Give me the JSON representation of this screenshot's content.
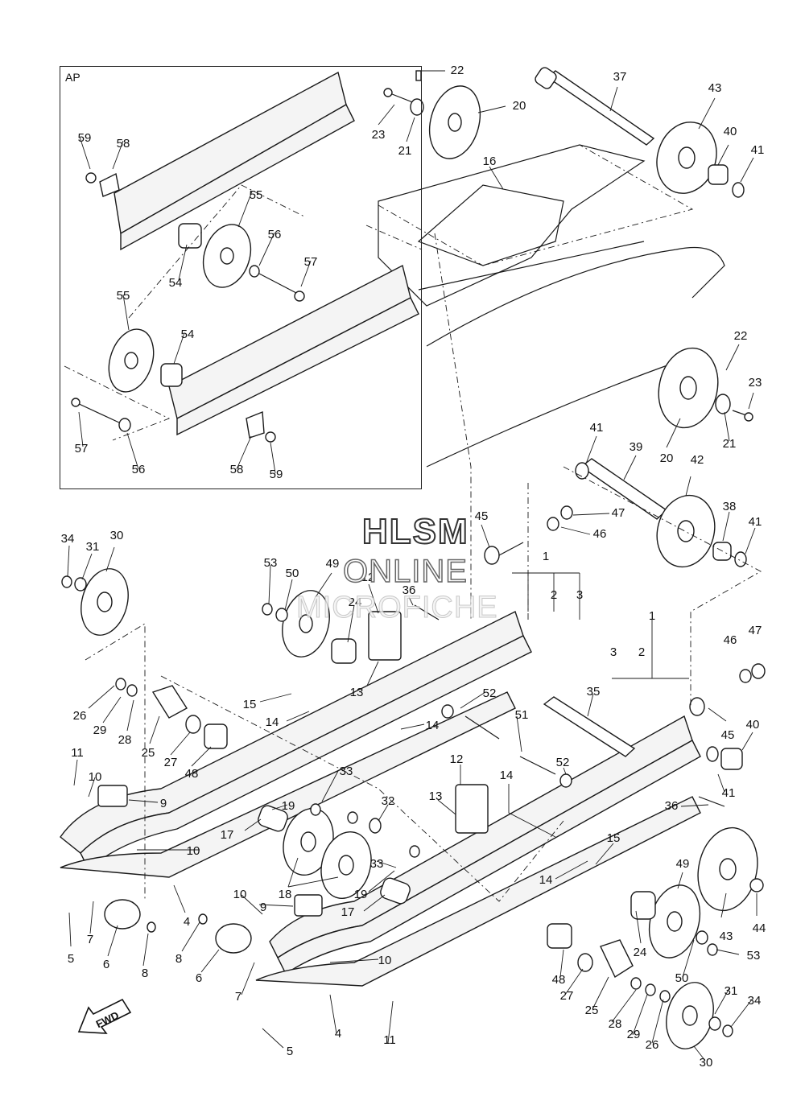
{
  "inset": {
    "label": "AP"
  },
  "watermark": {
    "line1": "HLSM",
    "line2": "ONLINE",
    "line3": "MICROFICHE"
  },
  "direction": {
    "label": "FWD"
  },
  "callouts": [
    {
      "n": "22"
    },
    {
      "n": "23"
    },
    {
      "n": "21"
    },
    {
      "n": "20"
    },
    {
      "n": "37"
    },
    {
      "n": "43"
    },
    {
      "n": "40"
    },
    {
      "n": "41"
    },
    {
      "n": "16"
    },
    {
      "n": "59"
    },
    {
      "n": "58"
    },
    {
      "n": "55"
    },
    {
      "n": "56"
    },
    {
      "n": "54"
    },
    {
      "n": "57"
    },
    {
      "n": "55"
    },
    {
      "n": "54"
    },
    {
      "n": "57"
    },
    {
      "n": "56"
    },
    {
      "n": "58"
    },
    {
      "n": "59"
    },
    {
      "n": "22"
    },
    {
      "n": "23"
    },
    {
      "n": "21"
    },
    {
      "n": "20"
    },
    {
      "n": "41"
    },
    {
      "n": "39"
    },
    {
      "n": "42"
    },
    {
      "n": "47"
    },
    {
      "n": "46"
    },
    {
      "n": "38"
    },
    {
      "n": "41"
    },
    {
      "n": "45"
    },
    {
      "n": "1"
    },
    {
      "n": "2"
    },
    {
      "n": "3"
    },
    {
      "n": "34"
    },
    {
      "n": "31"
    },
    {
      "n": "30"
    },
    {
      "n": "53"
    },
    {
      "n": "50"
    },
    {
      "n": "49"
    },
    {
      "n": "12"
    },
    {
      "n": "24"
    },
    {
      "n": "36"
    },
    {
      "n": "13"
    },
    {
      "n": "1"
    },
    {
      "n": "3"
    },
    {
      "n": "2"
    },
    {
      "n": "46"
    },
    {
      "n": "47"
    },
    {
      "n": "15"
    },
    {
      "n": "14"
    },
    {
      "n": "26"
    },
    {
      "n": "29"
    },
    {
      "n": "28"
    },
    {
      "n": "25"
    },
    {
      "n": "27"
    },
    {
      "n": "48"
    },
    {
      "n": "52"
    },
    {
      "n": "14"
    },
    {
      "n": "51"
    },
    {
      "n": "35"
    },
    {
      "n": "45"
    },
    {
      "n": "40"
    },
    {
      "n": "11"
    },
    {
      "n": "10"
    },
    {
      "n": "9"
    },
    {
      "n": "33"
    },
    {
      "n": "19"
    },
    {
      "n": "17"
    },
    {
      "n": "32"
    },
    {
      "n": "12"
    },
    {
      "n": "13"
    },
    {
      "n": "14"
    },
    {
      "n": "52"
    },
    {
      "n": "41"
    },
    {
      "n": "36"
    },
    {
      "n": "10"
    },
    {
      "n": "18"
    },
    {
      "n": "33"
    },
    {
      "n": "19"
    },
    {
      "n": "17"
    },
    {
      "n": "15"
    },
    {
      "n": "14"
    },
    {
      "n": "49"
    },
    {
      "n": "43"
    },
    {
      "n": "44"
    },
    {
      "n": "5"
    },
    {
      "n": "7"
    },
    {
      "n": "6"
    },
    {
      "n": "8"
    },
    {
      "n": "4"
    },
    {
      "n": "10"
    },
    {
      "n": "9"
    },
    {
      "n": "8"
    },
    {
      "n": "6"
    },
    {
      "n": "7"
    },
    {
      "n": "10"
    },
    {
      "n": "24"
    },
    {
      "n": "53"
    },
    {
      "n": "48"
    },
    {
      "n": "27"
    },
    {
      "n": "25"
    },
    {
      "n": "50"
    },
    {
      "n": "28"
    },
    {
      "n": "29"
    },
    {
      "n": "26"
    },
    {
      "n": "31"
    },
    {
      "n": "34"
    },
    {
      "n": "30"
    },
    {
      "n": "4"
    },
    {
      "n": "11"
    },
    {
      "n": "5"
    }
  ]
}
